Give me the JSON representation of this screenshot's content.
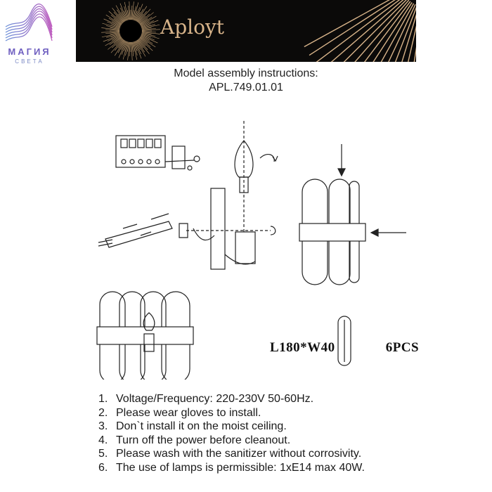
{
  "logo": {
    "line1": "МАГИЯ",
    "line2": "СВЕТА"
  },
  "banner": {
    "brand": "Aployt"
  },
  "heading": {
    "line1": "Model assembly instructions:",
    "line2": "APL.749.01.01"
  },
  "spec": {
    "size": "L180*W40",
    "quantity": "6PCS"
  },
  "instructions": [
    {
      "num": "1.",
      "text": "Voltage/Frequency: 220-230V 50-60Hz."
    },
    {
      "num": "2.",
      "text": "Please wear gloves to install."
    },
    {
      "num": "3.",
      "text": "Don`t install it on the moist ceiling."
    },
    {
      "num": "4.",
      "text": "Turn off the power before cleanout."
    },
    {
      "num": "5.",
      "text": "Please wash with the sanitizer without corrosivity."
    },
    {
      "num": "6.",
      "text": "The use of lamps is permissible: 1xE14 max 40W."
    }
  ]
}
